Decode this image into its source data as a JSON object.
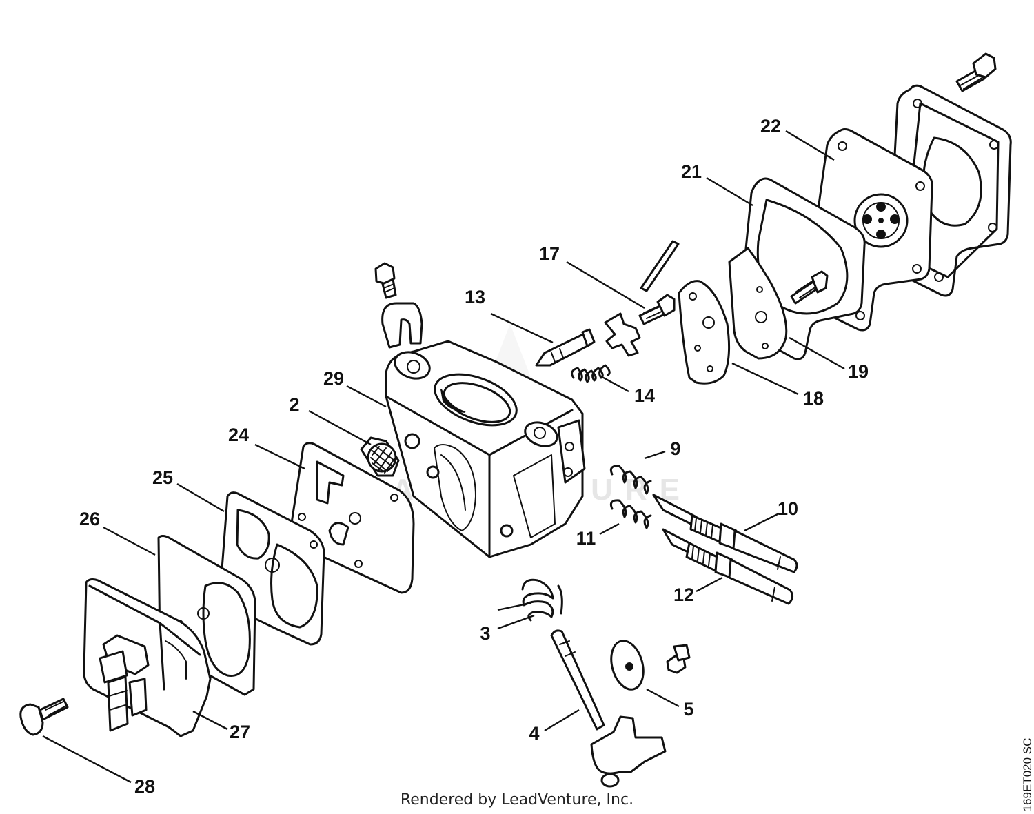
{
  "diagram": {
    "watermark": "LEADVENTURE",
    "credit": "Rendered by LeadVenture, Inc.",
    "figure_code": "169ET020 SC",
    "callouts": [
      {
        "id": "2",
        "label": "2"
      },
      {
        "id": "3",
        "label": "3"
      },
      {
        "id": "4",
        "label": "4"
      },
      {
        "id": "5",
        "label": "5"
      },
      {
        "id": "9",
        "label": "9"
      },
      {
        "id": "10",
        "label": "10"
      },
      {
        "id": "11",
        "label": "11"
      },
      {
        "id": "12",
        "label": "12"
      },
      {
        "id": "13",
        "label": "13"
      },
      {
        "id": "14",
        "label": "14"
      },
      {
        "id": "17",
        "label": "17"
      },
      {
        "id": "18",
        "label": "18"
      },
      {
        "id": "19",
        "label": "19"
      },
      {
        "id": "21",
        "label": "21"
      },
      {
        "id": "22",
        "label": "22"
      },
      {
        "id": "24",
        "label": "24"
      },
      {
        "id": "25",
        "label": "25"
      },
      {
        "id": "26",
        "label": "26"
      },
      {
        "id": "27",
        "label": "27"
      },
      {
        "id": "28",
        "label": "28"
      },
      {
        "id": "29",
        "label": "29"
      }
    ]
  }
}
